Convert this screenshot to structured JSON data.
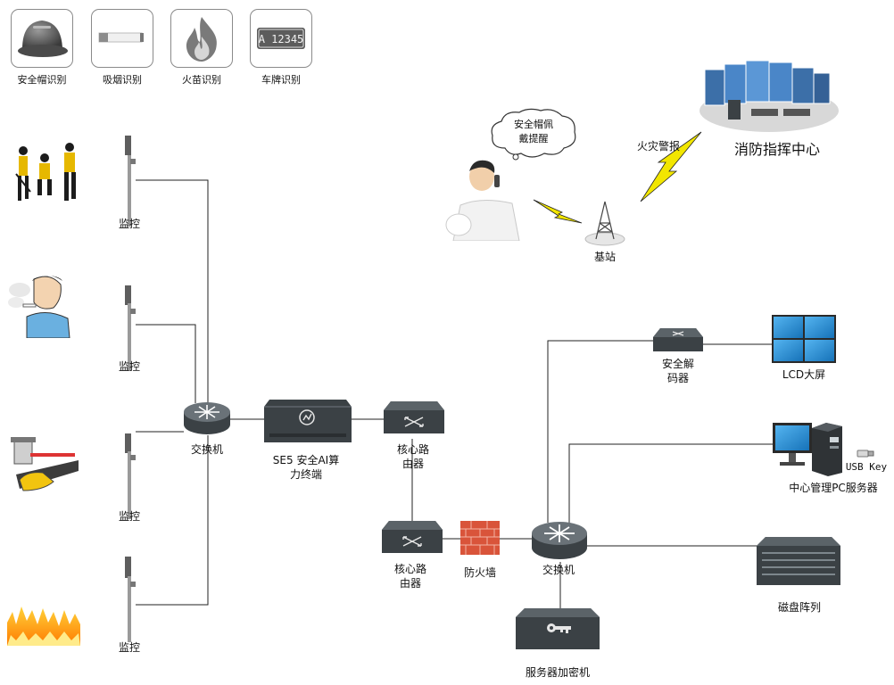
{
  "recognition": [
    {
      "label": "安全帽识别",
      "icon": "helmet-icon"
    },
    {
      "label": "吸烟识别",
      "icon": "cigarette-icon"
    },
    {
      "label": "火苗识别",
      "icon": "flame-icon"
    },
    {
      "label": "车牌识别",
      "icon": "license-plate-icon",
      "plate_text": "A 12345"
    }
  ],
  "cameras": [
    {
      "label": "监控",
      "scene": "construction-workers-icon"
    },
    {
      "label": "监控",
      "scene": "smoking-man-icon"
    },
    {
      "label": "监控",
      "scene": "vehicle-gate-icon"
    },
    {
      "label": "监控",
      "scene": "fire-icon"
    }
  ],
  "devices": {
    "switch1": "交换机",
    "ai_terminal_line1": "SE5 安全AI算",
    "ai_terminal_line2": "力终端",
    "core_router_top_line1": "核心路",
    "core_router_top_line2": "由器",
    "core_router_bottom_line1": "核心路",
    "core_router_bottom_line2": "由器",
    "firewall": "防火墙",
    "switch2": "交换机",
    "decoder_line1": "安全解",
    "decoder_line2": "码器",
    "lcd": "LCD大屏",
    "pc_server": "中心管理PC服务器",
    "usb_key": "USB Key",
    "disk_array": "磁盘阵列",
    "encryptor": "服务器加密机"
  },
  "top_right": {
    "bubble_line1": "安全帽佩",
    "bubble_line2": "戴提醒",
    "base_station": "基站",
    "fire_alarm": "火灾警报",
    "fire_center": "消防指挥中心"
  },
  "colors": {
    "line": "#222222",
    "lightning": "#f2e600",
    "screen_blue": "#1f8fd8",
    "firewall_red": "#d9543a",
    "device_dark": "#3b4145"
  }
}
